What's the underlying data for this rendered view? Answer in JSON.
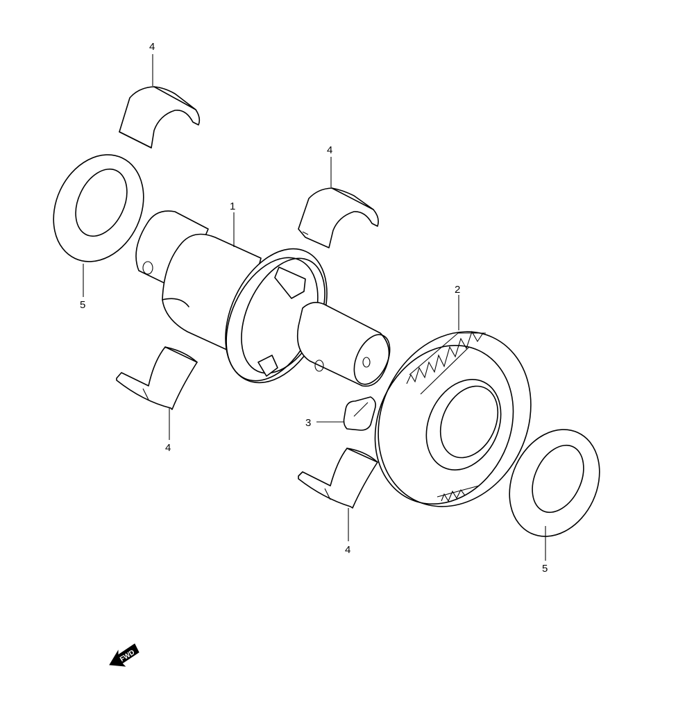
{
  "callouts": {
    "shaft": "1",
    "gear": "2",
    "key": "3",
    "bearing_top_left": "4",
    "bearing_top_right": "4",
    "bearing_lower_left": "4",
    "bearing_lower_right": "4",
    "washer_left": "5",
    "washer_right": "5"
  },
  "fwd_arrow": {
    "label": "FWD"
  }
}
